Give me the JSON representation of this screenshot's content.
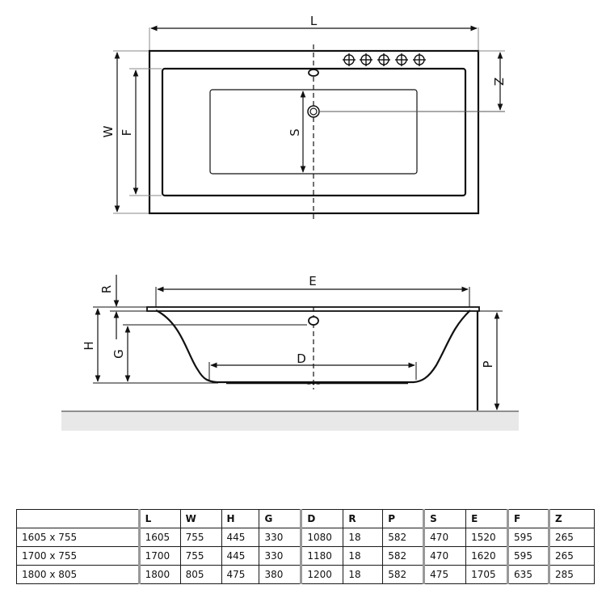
{
  "diagram": {
    "top_view": {
      "labels": {
        "L": "L",
        "W": "W",
        "F": "F",
        "S": "S",
        "Z": "Z"
      },
      "tap_holes": 5
    },
    "side_view": {
      "labels": {
        "E": "E",
        "R": "R",
        "H": "H",
        "G": "G",
        "D": "D",
        "P": "P"
      }
    }
  },
  "table": {
    "headers": [
      "",
      "L",
      "W",
      "H",
      "G",
      "D",
      "R",
      "P",
      "S",
      "E",
      "F",
      "Z"
    ],
    "rows": [
      [
        "1605 x 755",
        "1605",
        "755",
        "445",
        "330",
        "1080",
        "18",
        "582",
        "470",
        "1520",
        "595",
        "265"
      ],
      [
        "1700 x 755",
        "1700",
        "755",
        "445",
        "330",
        "1180",
        "18",
        "582",
        "470",
        "1620",
        "595",
        "265"
      ],
      [
        "1800 x 805",
        "1800",
        "805",
        "475",
        "380",
        "1200",
        "18",
        "582",
        "475",
        "1705",
        "635",
        "285"
      ]
    ]
  }
}
